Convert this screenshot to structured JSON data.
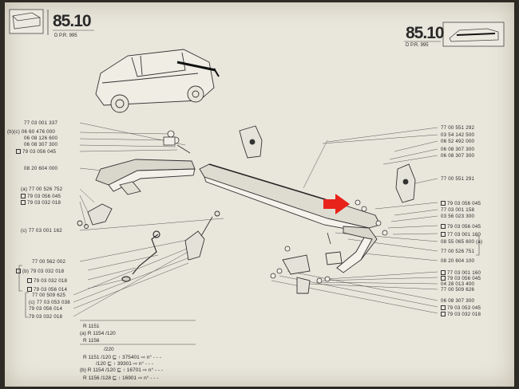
{
  "header_left": {
    "number": "85.10",
    "ref": "D      P.R. 995"
  },
  "header_right": {
    "number": "85.10",
    "ref": "D      P.R. 995"
  },
  "left_parts": [
    {
      "text": "77 03 001 337"
    },
    {
      "text": "(b)(c) 06 60 476 000"
    },
    {
      "text": "06 08 126 600"
    },
    {
      "text": "06 08 307 300"
    },
    {
      "text": "79 03 056 045",
      "box": true
    },
    {
      "text": "08 20 604 000"
    },
    {
      "text": "(a) 77 00 526 752"
    },
    {
      "text": "79 03 056 045",
      "box": true
    },
    {
      "text": "79 03 032 018",
      "box": true
    },
    {
      "text": "(c) 77 03 001 162"
    },
    {
      "text": "77 00 562 002"
    },
    {
      "text": "(b) 79 03 032 018",
      "box": true
    },
    {
      "text": "79 03 032 018",
      "box": true
    },
    {
      "text": "79 03 056 014",
      "box": true
    },
    {
      "text": "77 00 509 625"
    },
    {
      "text": "(c) 77 03 053 038"
    },
    {
      "text": "79 03 056 014"
    },
    {
      "text": "79 03 032 018"
    }
  ],
  "right_parts": [
    {
      "text": "77 00 551 292"
    },
    {
      "text": "03 54 142 500"
    },
    {
      "text": "06 52 492 000"
    },
    {
      "text": "06 08 307 300"
    },
    {
      "text": "06 08 307 300"
    },
    {
      "text": "77 00 551 291"
    },
    {
      "text": "79 03 056 045",
      "box": true
    },
    {
      "text": "77 03 001 158"
    },
    {
      "text": "03 56 023 300"
    },
    {
      "text": "79 03 056 045",
      "box": true
    },
    {
      "text": "77 03 001 160",
      "box": true
    },
    {
      "text": "08 55 065 600 (a)"
    },
    {
      "text": "77 00 526 751"
    },
    {
      "text": "08 20 604 100"
    },
    {
      "text": "77 03 001 160",
      "box": true
    },
    {
      "text": "79 03 056 045",
      "box": true
    },
    {
      "text": "04 28 013 400"
    },
    {
      "text": "77 00 509 626"
    },
    {
      "text": "06 08 307 300"
    },
    {
      "text": "79 03 053 045",
      "box": true
    },
    {
      "text": "79 03 032 018",
      "box": true
    }
  ],
  "table": [
    {
      "text": "R 1151"
    },
    {
      "text": "(a)  R 1154      /120"
    },
    {
      "text": "R 1156"
    },
    {
      "text": "/220"
    },
    {
      "text": "R 1151      /120 ⊑ ↑ 375401 ⇨ n°  - - -"
    },
    {
      "text": "/120 ⊑ ↑ 39301 ⇨ n°  - - -"
    },
    {
      "text": "(b)  R 1154      /120 ⊑ ↑ 16701 ⇨ n°  - - -"
    },
    {
      "text": "R 1156      /128 ⊑ ↑ 16901 ⇨ n°  - - -"
    }
  ]
}
